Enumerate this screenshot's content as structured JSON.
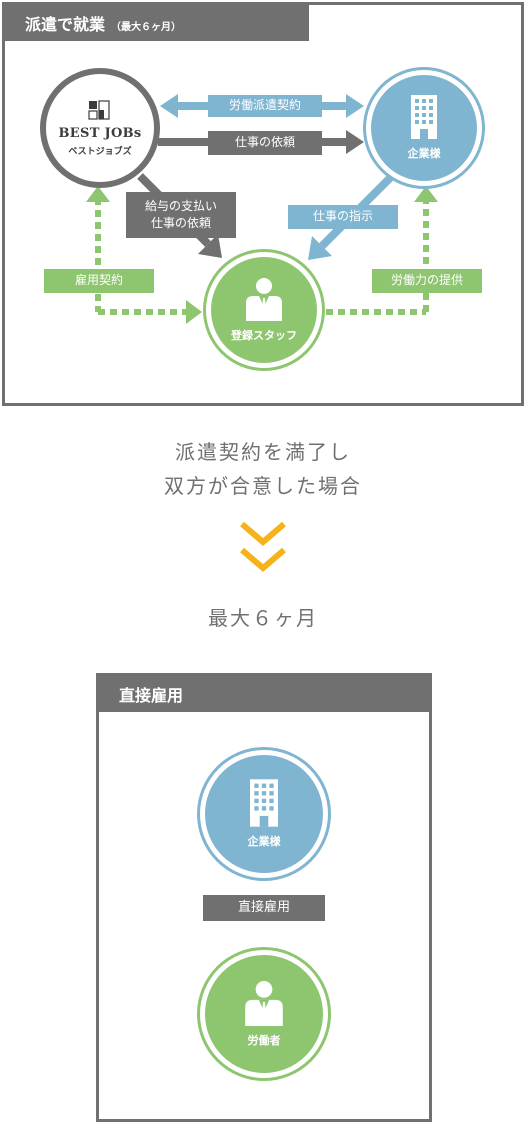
{
  "dispatch_panel": {
    "title": "派遣で就業",
    "title_note": "（最大６ヶ月）",
    "best_jobs": {
      "logo_text": "BEST JOBs",
      "logo_kana": "ベストジョブズ"
    },
    "company": {
      "label": "企業様"
    },
    "staff": {
      "label": "登録スタッフ"
    },
    "arrows": {
      "dispatch_contract": "労働派遣契約",
      "job_request": "仕事の依頼",
      "pay_and_request_line1": "給与の支払い",
      "pay_and_request_line2": "仕事の依頼",
      "work_instructions": "仕事の指示",
      "employment_contract": "雇用契約",
      "labor_provision": "労働力の提供"
    }
  },
  "transition": {
    "line1": "派遣契約を満了し",
    "line2": "双方が合意した場合",
    "max_period": "最大６ヶ月"
  },
  "direct_panel": {
    "title": "直接雇用",
    "company": {
      "label": "企業様"
    },
    "link_label": "直接雇用",
    "worker": {
      "label": "労働者"
    }
  },
  "colors": {
    "gray": "#707070",
    "blue": "#7fb5d0",
    "green": "#8ec56f",
    "orange": "#f5b21a"
  }
}
